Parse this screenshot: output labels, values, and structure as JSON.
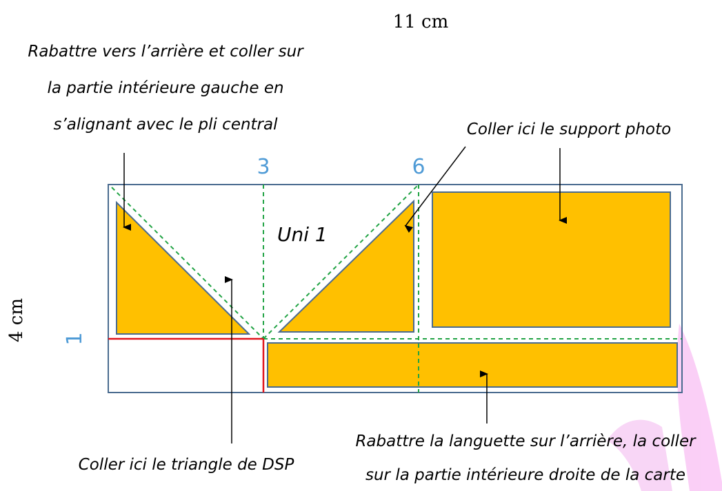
{
  "dimensions": {
    "width": "11 cm",
    "height": "4 cm"
  },
  "markers": {
    "fold_3": "3",
    "fold_6": "6",
    "fold_1": "1"
  },
  "center_label": "Uni 1",
  "notes": {
    "top_left": [
      "Rabattre vers l’arrière et coller sur",
      "la partie intérieure gauche en",
      "s’alignant avec le pli central"
    ],
    "top_right": "Coller ici le support photo",
    "bottom_left": "Coller ici le triangle de DSP",
    "bottom_right": [
      "Rabattre la languette sur l’arrière, la coller",
      "sur la partie intérieure droite de la carte"
    ]
  },
  "colors": {
    "fill": "#ffc000",
    "outline": "#4a6b8f",
    "fold": "#21a344",
    "cut": "#e0141b",
    "marker": "#4f9bd6"
  }
}
